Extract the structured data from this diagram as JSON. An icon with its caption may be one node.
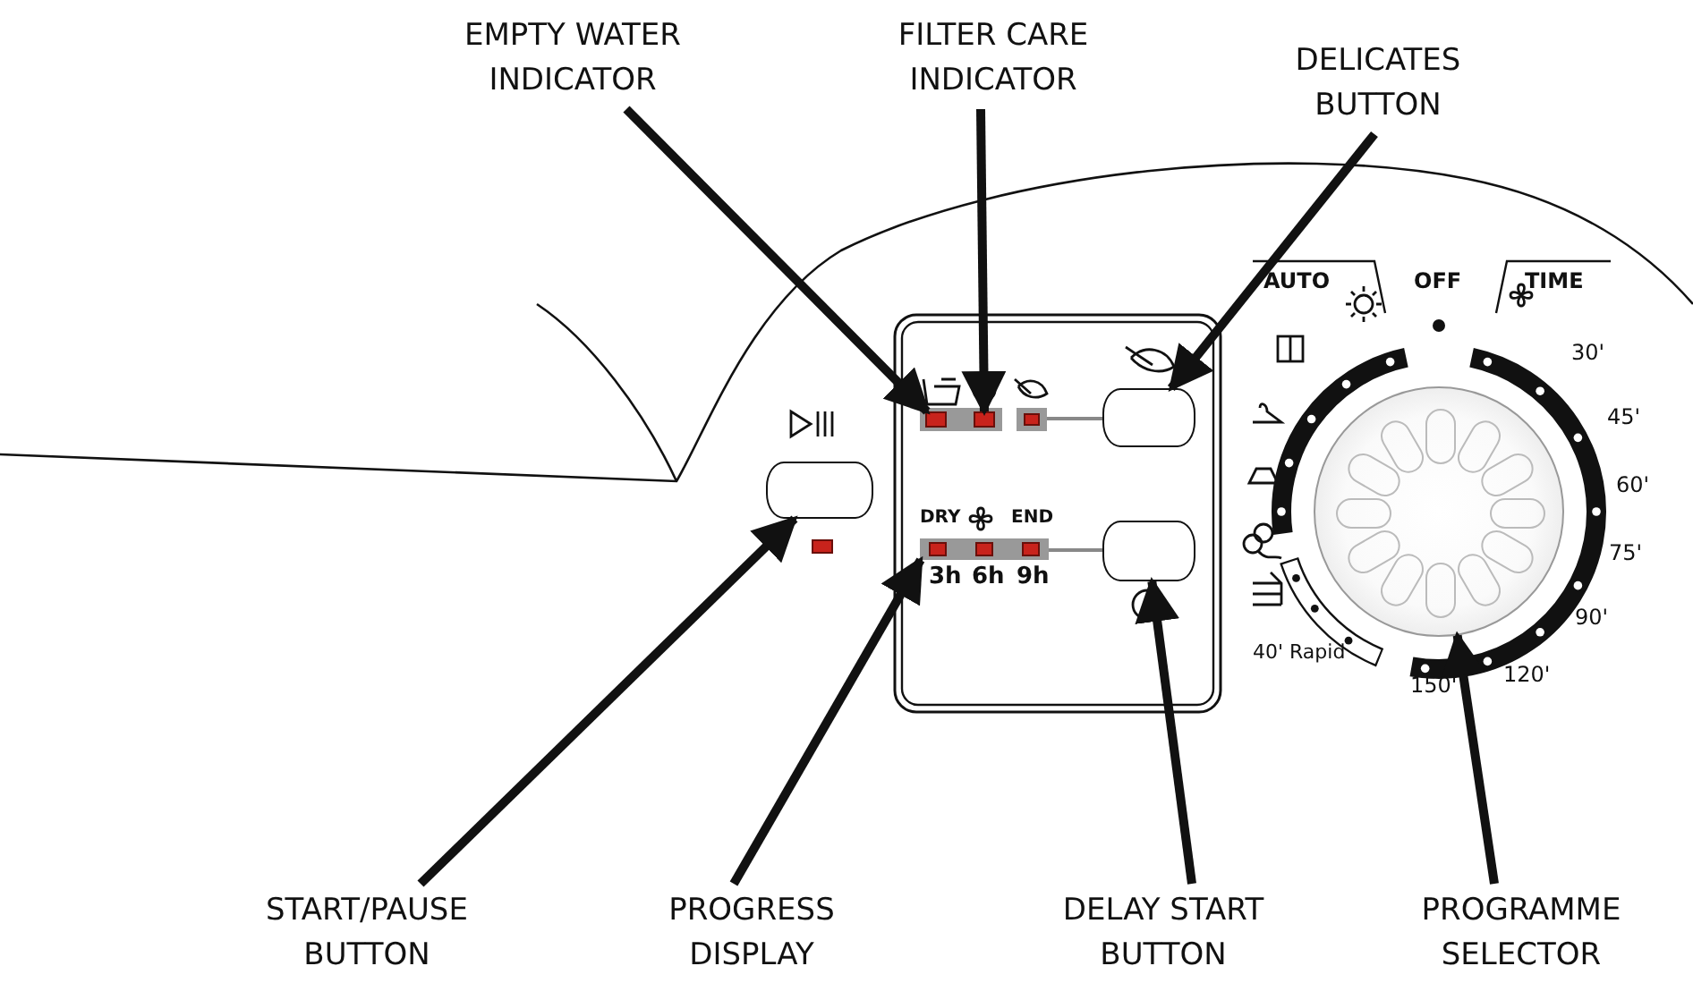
{
  "diagram": {
    "nodes": [
      {
        "text": [
          "EMPTY WATER INDICATOR"
        ]
      },
      {
        "text": [
          "FILTER CARE INDICATOR"
        ]
      },
      {
        "text": [
          "DELICATES BUTTON"
        ]
      },
      {
        "text": [
          "START/PAUSE BUTTON"
        ]
      },
      {
        "text": [
          "PROGRESS DISPLAY"
        ]
      },
      {
        "text": [
          "DELAY START BUTTON"
        ]
      },
      {
        "text": [
          "PROGRAMME SELECTOR"
        ]
      },
      {
        "text": [],
        "shape": "box"
      },
      {
        "text": [],
        "shape": "box"
      },
      {
        "text": [],
        "shape": "box"
      },
      {
        "text": [],
        "shape": "box"
      },
      {
        "text": [],
        "shape": "bar"
      },
      {
        "text": [],
        "shape": "box"
      },
      {
        "text": [],
        "shape": "circle"
      },
      {
        "text": [],
        "shape": "box"
      }
    ],
    "edges": [
      {
        "from": 0,
        "to": 7,
        "arrow": "to"
      },
      {
        "from": 1,
        "to": 8,
        "arrow": "to"
      },
      {
        "from": 2,
        "to": 9,
        "arrow": "to"
      },
      {
        "from": 3,
        "to": 10,
        "arrow": "to"
      },
      {
        "from": 4,
        "to": 11,
        "arrow": "to"
      },
      {
        "from": 5,
        "to": 12,
        "arrow": "to"
      },
      {
        "from": 6,
        "to": 13,
        "arrow": "to"
      },
      {
        "from": 14,
        "to": 9,
        "arrow": "none",
        "color": "#888888"
      },
      {
        "from": 11,
        "to": 12,
        "arrow": "none",
        "color": "#888888"
      }
    ],
    "labels": [
      "AUTO",
      "OFF",
      "TIME",
      "30'",
      "45'",
      "60'",
      "DRY",
      "END",
      "3h",
      "6h",
      "9h",
      "75'",
      "90'",
      "40' Rapid",
      "150'",
      "120'"
    ]
  }
}
